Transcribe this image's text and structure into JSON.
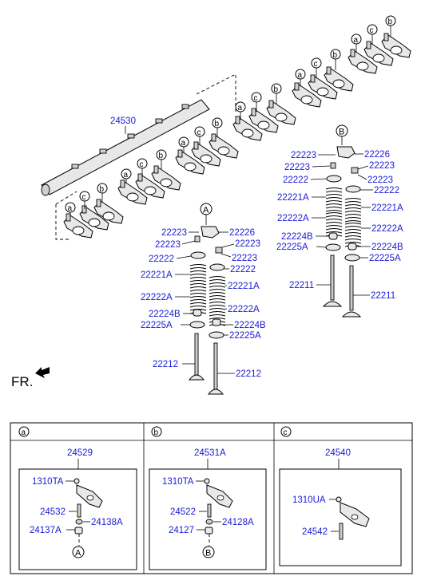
{
  "diagram": {
    "shaft_label": "24530",
    "orientation_label": "FR.",
    "callout_letters": {
      "a": "a",
      "b": "b",
      "c": "c",
      "A": "A",
      "B": "B"
    },
    "left_stack": {
      "ref": "A",
      "labels": [
        "22223",
        "22226",
        "22223",
        "22223",
        "22222",
        "22223",
        "22222",
        "22221A",
        "22221A",
        "22222A",
        "22222A",
        "22224B",
        "22224B",
        "22225A",
        "22225A",
        "22212",
        "22212"
      ]
    },
    "right_stack": {
      "ref": "B",
      "labels": [
        "22223",
        "22226",
        "22223",
        "22223",
        "22222",
        "22223",
        "22222",
        "22221A",
        "22221A",
        "22222A",
        "22222A",
        "22224B",
        "22224B",
        "22225A",
        "22225A",
        "22211",
        "22211"
      ]
    }
  },
  "legend_table": {
    "columns": [
      {
        "key": "a",
        "assembly": "24529",
        "parts": [
          "1310TA",
          "24532",
          "24137A",
          "24138A"
        ],
        "ref": "A"
      },
      {
        "key": "b",
        "assembly": "24531A",
        "parts": [
          "1310TA",
          "24522",
          "24127",
          "24128A"
        ],
        "ref": "B"
      },
      {
        "key": "c",
        "assembly": "24540",
        "parts": [
          "1310UA",
          "24542"
        ],
        "ref": ""
      }
    ]
  },
  "colors": {
    "label_blue": "#1a1ad6",
    "line": "#000000"
  }
}
